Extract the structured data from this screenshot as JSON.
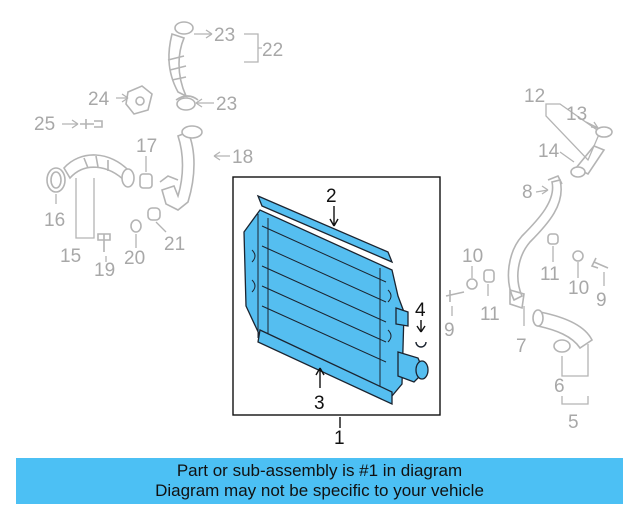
{
  "callouts": {
    "c1": "1",
    "c2": "2",
    "c3": "3",
    "c4": "4",
    "c5": "5",
    "c6": "6",
    "c7": "7",
    "c8": "8",
    "c9a": "9",
    "c9b": "9",
    "c10a": "10",
    "c10b": "10",
    "c11a": "11",
    "c11b": "11",
    "c12": "12",
    "c13": "13",
    "c14": "14",
    "c15": "15",
    "c16": "16",
    "c17": "17",
    "c18": "18",
    "c19": "19",
    "c20": "20",
    "c21": "21",
    "c22": "22",
    "c23a": "23",
    "c23b": "23",
    "c24": "24",
    "c25": "25"
  },
  "highlight_color": "#55bef0",
  "banner": {
    "line1": "Part or sub-assembly is #1 in diagram",
    "line2": "Diagram may not be specific to your vehicle",
    "color": "#4cc0f4"
  }
}
